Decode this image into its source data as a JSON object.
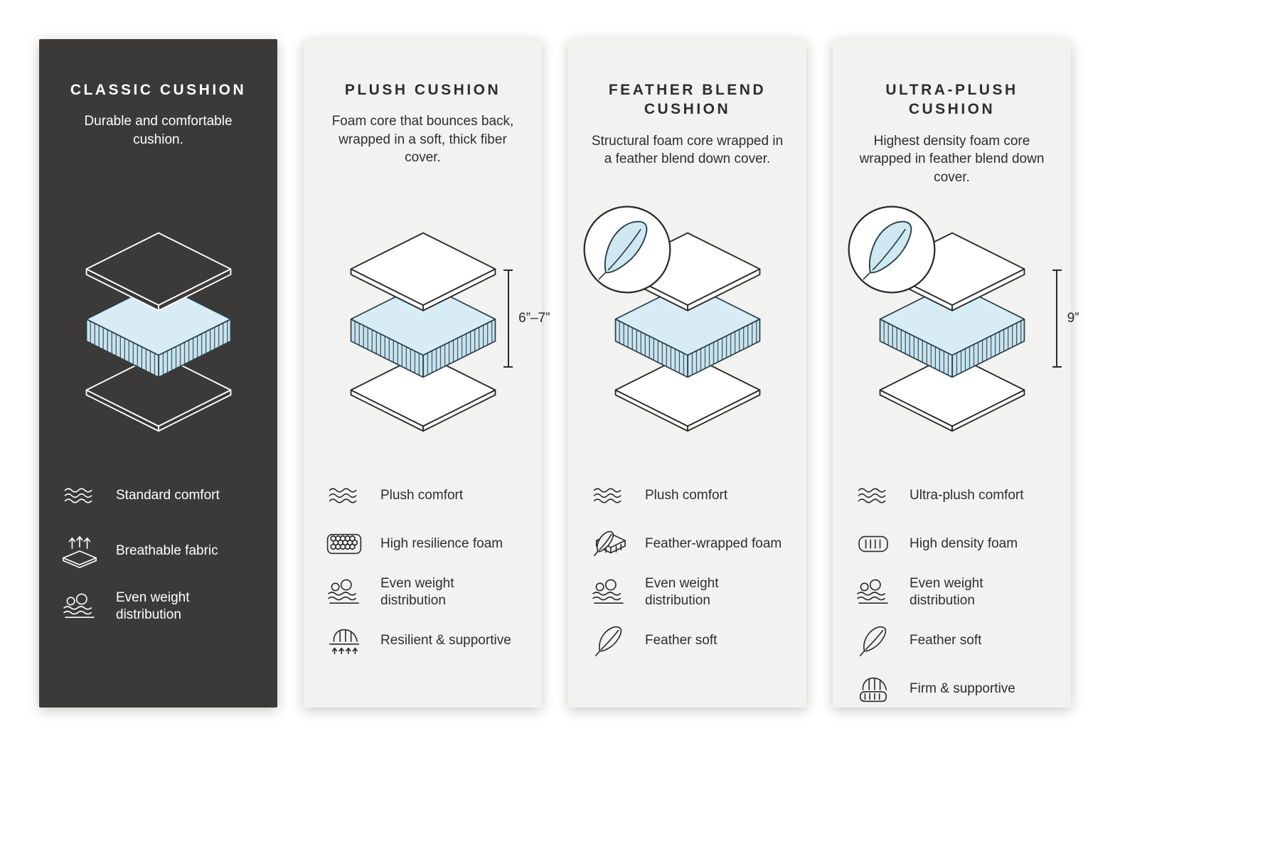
{
  "colors": {
    "dark_panel": "#3b3a38",
    "light_panel": "#f2f2f1",
    "core_blue": "#cfe8f2",
    "line_dark": "#2b2b2b",
    "line_light": "#ffffff"
  },
  "panels": [
    {
      "id": "classic",
      "title": "CLASSIC CUSHION",
      "description": "Durable and comfortable cushion.",
      "features": [
        {
          "icon": "waves-icon",
          "label": "Standard comfort"
        },
        {
          "icon": "breathable-fabric-icon",
          "label": "Breathable fabric"
        },
        {
          "icon": "even-weight-icon",
          "label": "Even weight distribution"
        }
      ]
    },
    {
      "id": "plush",
      "title": "PLUSH CUSHION",
      "description": "Foam core that bounces back, wrapped in a soft, thick fiber cover.",
      "measurement": "6”–7”",
      "features": [
        {
          "icon": "waves-icon",
          "label": "Plush comfort"
        },
        {
          "icon": "honeycomb-icon",
          "label": "High resilience foam"
        },
        {
          "icon": "even-weight-icon",
          "label": "Even weight distribution"
        },
        {
          "icon": "hand-press-icon",
          "label": "Resilient & supportive"
        }
      ]
    },
    {
      "id": "feather-blend",
      "title": "FEATHER BLEND CUSHION",
      "description": "Structural foam core wrapped in a feather blend down cover.",
      "features": [
        {
          "icon": "waves-icon",
          "label": "Plush comfort"
        },
        {
          "icon": "feather-foam-icon",
          "label": "Feather-wrapped foam"
        },
        {
          "icon": "even-weight-icon",
          "label": "Even weight distribution"
        },
        {
          "icon": "feather-icon",
          "label": "Feather soft"
        }
      ]
    },
    {
      "id": "ultra-plush",
      "title": "ULTRA-PLUSH CUSHION",
      "description": "Highest density foam core wrapped in feather blend down cover.",
      "measurement": "9”",
      "features": [
        {
          "icon": "waves-icon",
          "label": "Ultra-plush comfort"
        },
        {
          "icon": "density-foam-icon",
          "label": "High density foam"
        },
        {
          "icon": "even-weight-icon",
          "label": "Even weight distribution"
        },
        {
          "icon": "feather-icon",
          "label": "Feather soft"
        },
        {
          "icon": "hand-press-icon",
          "label": "Firm & supportive"
        }
      ]
    }
  ]
}
